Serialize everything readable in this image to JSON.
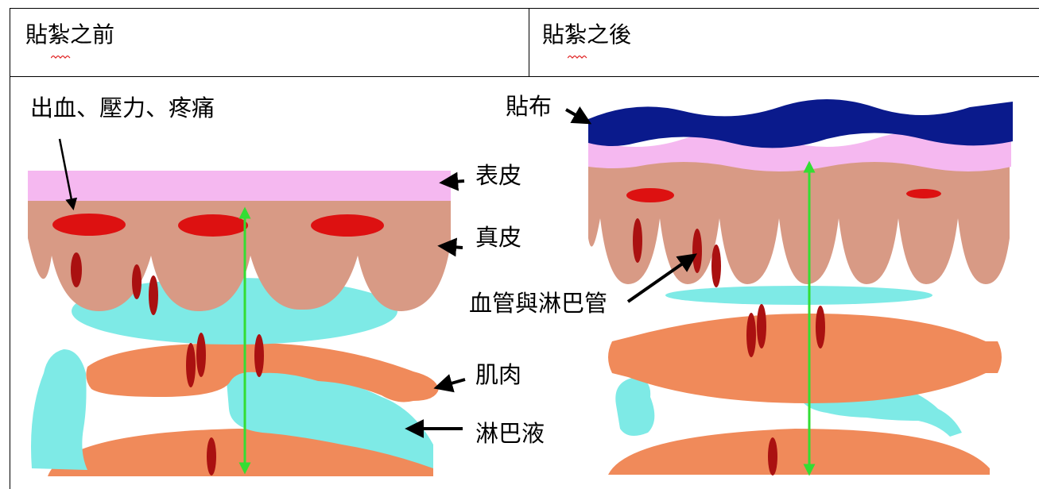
{
  "header": {
    "before": "貼紮之前",
    "after": "貼紮之後"
  },
  "labels": {
    "bleeding": "出血、壓力、疼痛",
    "epidermis": "表皮",
    "dermis": "真皮",
    "muscle": "肌肉",
    "lymph_fluid": "淋巴液",
    "tape": "貼布",
    "vessels": "血管與淋巴管"
  },
  "colors": {
    "epidermis": "#f5b8f0",
    "dermis": "#d89a85",
    "lymph": "#7eeae6",
    "muscle": "#f08a5a",
    "tape": "#0a1a8c",
    "arrow": "#33dd33",
    "blood": "#dd1111",
    "vessel": "#aa1111"
  }
}
